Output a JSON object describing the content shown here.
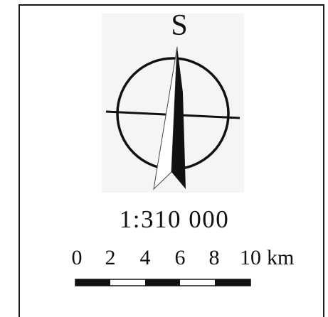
{
  "map": {
    "north_arrow": {
      "direction_label": "S",
      "icon": "compass-rose-icon"
    },
    "scale": {
      "ratio_text": "1:310 000",
      "ticks": [
        "0",
        "2",
        "4",
        "6",
        "8",
        "10"
      ],
      "unit": "km",
      "segments": 5
    }
  },
  "colors": {
    "ink": "#111111",
    "background": "#ffffff",
    "panel": "#f5f5f5"
  }
}
